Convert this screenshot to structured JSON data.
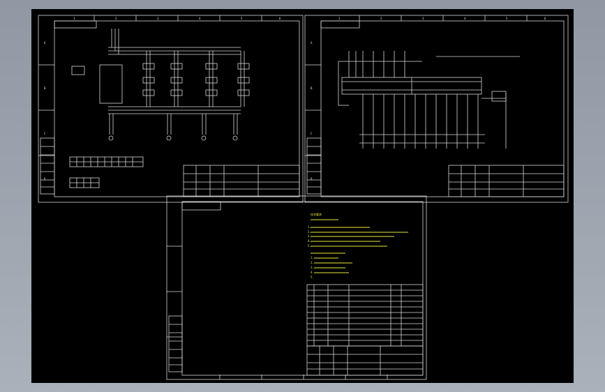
{
  "model_space": {
    "background": "#000000",
    "viewport_color": "#9aa3ad"
  },
  "colors": {
    "line": "#d8d8d8",
    "annotation": "#e8e83a",
    "accent": "#6ec6ff"
  },
  "sheet1": {
    "zone_numbers": [
      "1",
      "2",
      "3",
      "4",
      "5",
      "6"
    ],
    "zone_letters": [
      "A",
      "B",
      "C",
      "D"
    ],
    "tables": [
      "a1",
      "a2"
    ]
  },
  "sheet2": {
    "zone_numbers": [
      "1",
      "2",
      "3",
      "4",
      "5",
      "6"
    ],
    "zone_letters": [
      "A",
      "B",
      "C",
      "D"
    ]
  },
  "sheet3": {
    "notes_title": "技术要求",
    "notes": [
      "1.",
      "2.",
      "3.",
      "4.",
      "5."
    ],
    "sub_title": "",
    "sub_notes": [
      "1.",
      "2.",
      "3.",
      "4.",
      "5."
    ]
  }
}
